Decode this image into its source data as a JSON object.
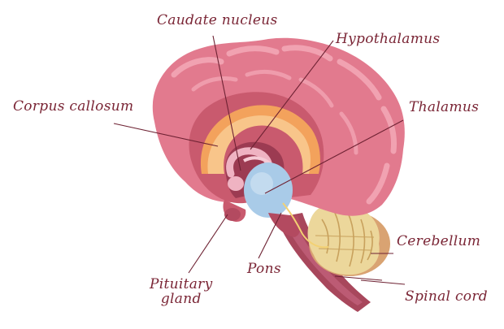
{
  "diagram": {
    "labels": {
      "caudate_nucleus": "Caudate nucleus",
      "hypothalamus": "Hypothalamus",
      "corpus_callosum": "Corpus callosum",
      "thalamus": "Thalamus",
      "cerebellum": "Cerebellum",
      "pons": "Pons",
      "pituitary_gland": [
        "Pituitary",
        "gland"
      ],
      "spinal_cord": "Spinal cord"
    },
    "colors": {
      "label_text": "#7a2535",
      "leader_line": "#6e2233",
      "cerebrum": "#e27a8e",
      "cerebrum_highlight": "#f1a2b1",
      "cerebrum_inner": "#c95a6e",
      "corpus_callosum_outer": "#f3a25c",
      "corpus_callosum_inner": "#f8c58a",
      "thalamus": "#a9cbe8",
      "hypothalamus": "#efb3c2",
      "cerebellum": "#ecd79b",
      "brainstem": "#a8475c",
      "spinal_cord": "#8b3547"
    }
  }
}
